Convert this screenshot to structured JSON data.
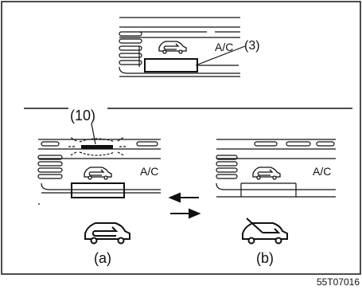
{
  "labels": {
    "ac_top": "A/C",
    "callout_3": "(3)",
    "callout_10": "(10)",
    "ac_left": "A/C",
    "ac_right": "A/C",
    "caption_a": "(a)",
    "caption_b": "(b)",
    "figure_code": "55T07016"
  },
  "icons": {
    "recirculation_icon": "recirculation-car-icon",
    "fresh_air_icon": "fresh-air-car-icon"
  },
  "colors": {
    "line": "#111111",
    "panel_fill": "#ffffff"
  }
}
